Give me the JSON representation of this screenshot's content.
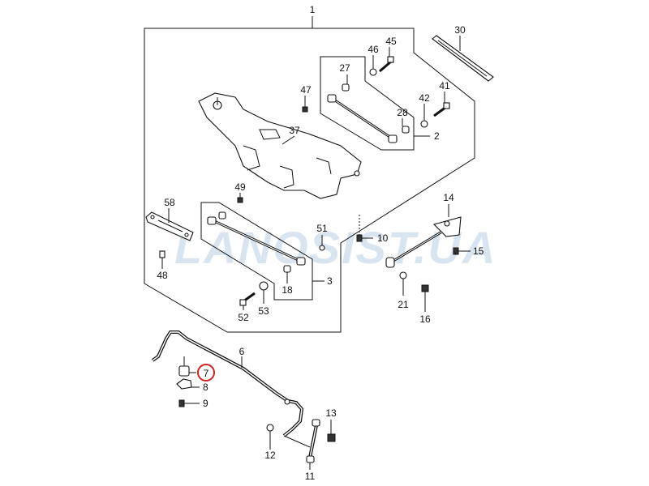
{
  "watermark": "LANOSIST.UA",
  "callouts": {
    "c1": "1",
    "c2": "2",
    "c3": "3",
    "c6": "6",
    "c7": "7",
    "c8": "8",
    "c9": "9",
    "c10": "10",
    "c11": "11",
    "c12": "12",
    "c13": "13",
    "c14": "14",
    "c15": "15",
    "c16": "16",
    "c18": "18",
    "c21": "21",
    "c27": "27",
    "c28": "28",
    "c30": "30",
    "c37": "37",
    "c41": "41",
    "c42": "42",
    "c45": "45",
    "c46": "46",
    "c47": "47",
    "c48": "48",
    "c49": "49",
    "c51": "51",
    "c52": "52",
    "c53": "53",
    "c58": "58"
  },
  "highlight": {
    "callout": "7",
    "color": "#cc2222"
  },
  "colors": {
    "line": "#111111",
    "watermark": "#c9d9ec"
  }
}
